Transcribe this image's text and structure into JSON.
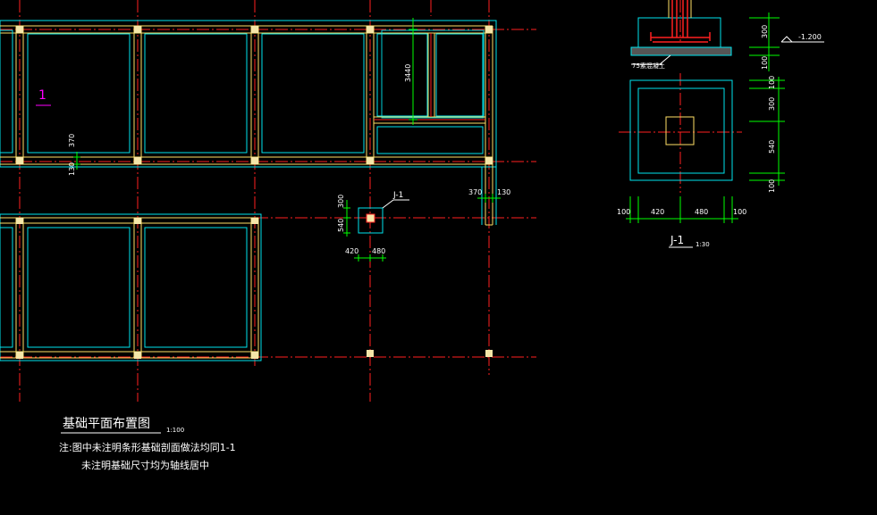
{
  "colors": {
    "background": "#000000",
    "axis": "#ff2020",
    "wall": "#ffe066",
    "footing": "#00e5ee",
    "dim": "#00ff00",
    "text": "#ffffff",
    "marker": "#ff00ff",
    "column": "#f5e6a8"
  },
  "plan": {
    "section_marker": "1",
    "dim_370_left": "370",
    "dim_130_left": "130",
    "dim_3440": "3440",
    "footing_tag": "J-1",
    "j1_dim_300": "300",
    "j1_dim_540": "540",
    "j1_dim_420": "420",
    "j1_dim_480": "480",
    "dim_370_right": "370",
    "dim_130_right": "130"
  },
  "detail": {
    "elev_label": "-1.200",
    "sec_dim_300": "300",
    "sec_dim_100": "100",
    "cushion_label": "75素混凝土",
    "plan_dim_100_top": "100",
    "plan_dim_300": "300",
    "plan_dim_540": "540",
    "plan_dim_100_bottom": "100",
    "plan_dim_100_left": "100",
    "plan_dim_420": "420",
    "plan_dim_480": "480",
    "plan_dim_100_right": "100",
    "title": "J-1",
    "scale": "1:30"
  },
  "notes": {
    "title": "基础平面布置图",
    "scale": "1:100",
    "line1": "注:图中未注明条形基础剖面做法均同1-1",
    "line2": "未注明基础尺寸均为轴线居中"
  }
}
